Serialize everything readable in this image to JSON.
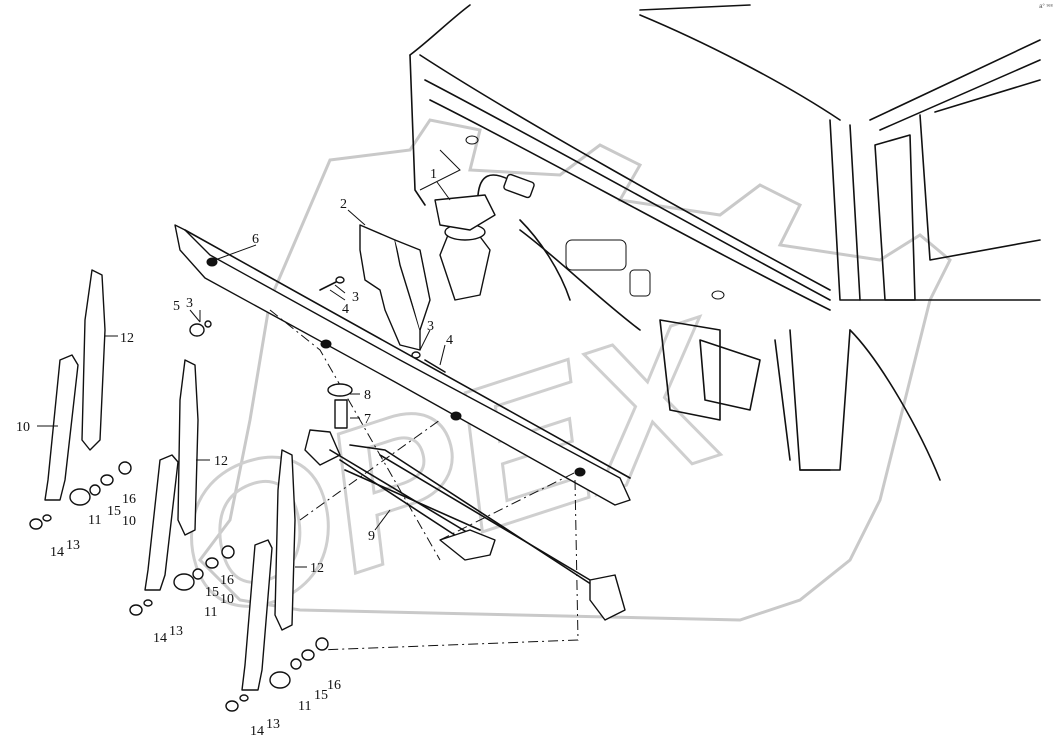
{
  "watermark": {
    "text": "OPEX"
  },
  "corner_mark": "a° ˢᵉᵉ",
  "callouts": [
    {
      "id": "c-1",
      "text": "1"
    },
    {
      "id": "c-2",
      "text": "2"
    },
    {
      "id": "c-3a",
      "text": "3"
    },
    {
      "id": "c-3b",
      "text": "3"
    },
    {
      "id": "c-3c",
      "text": "3"
    },
    {
      "id": "c-4a",
      "text": "4"
    },
    {
      "id": "c-4b",
      "text": "4"
    },
    {
      "id": "c-5",
      "text": "5"
    },
    {
      "id": "c-6",
      "text": "6"
    },
    {
      "id": "c-7",
      "text": "7"
    },
    {
      "id": "c-8",
      "text": "8"
    },
    {
      "id": "c-9",
      "text": "9"
    },
    {
      "id": "c-10a",
      "text": "10"
    },
    {
      "id": "c-10b",
      "text": "10"
    },
    {
      "id": "c-10c",
      "text": "10"
    },
    {
      "id": "c-11a",
      "text": "11"
    },
    {
      "id": "c-11b",
      "text": "11"
    },
    {
      "id": "c-11c",
      "text": "11"
    },
    {
      "id": "c-12a",
      "text": "12"
    },
    {
      "id": "c-12b",
      "text": "12"
    },
    {
      "id": "c-12c",
      "text": "12"
    },
    {
      "id": "c-13a",
      "text": "13"
    },
    {
      "id": "c-13b",
      "text": "13"
    },
    {
      "id": "c-13c",
      "text": "13"
    },
    {
      "id": "c-14a",
      "text": "14"
    },
    {
      "id": "c-14b",
      "text": "14"
    },
    {
      "id": "c-14c",
      "text": "14"
    },
    {
      "id": "c-15a",
      "text": "15"
    },
    {
      "id": "c-15b",
      "text": "15"
    },
    {
      "id": "c-15c",
      "text": "15"
    },
    {
      "id": "c-16a",
      "text": "16"
    },
    {
      "id": "c-16b",
      "text": "16"
    },
    {
      "id": "c-16c",
      "text": "16"
    }
  ]
}
